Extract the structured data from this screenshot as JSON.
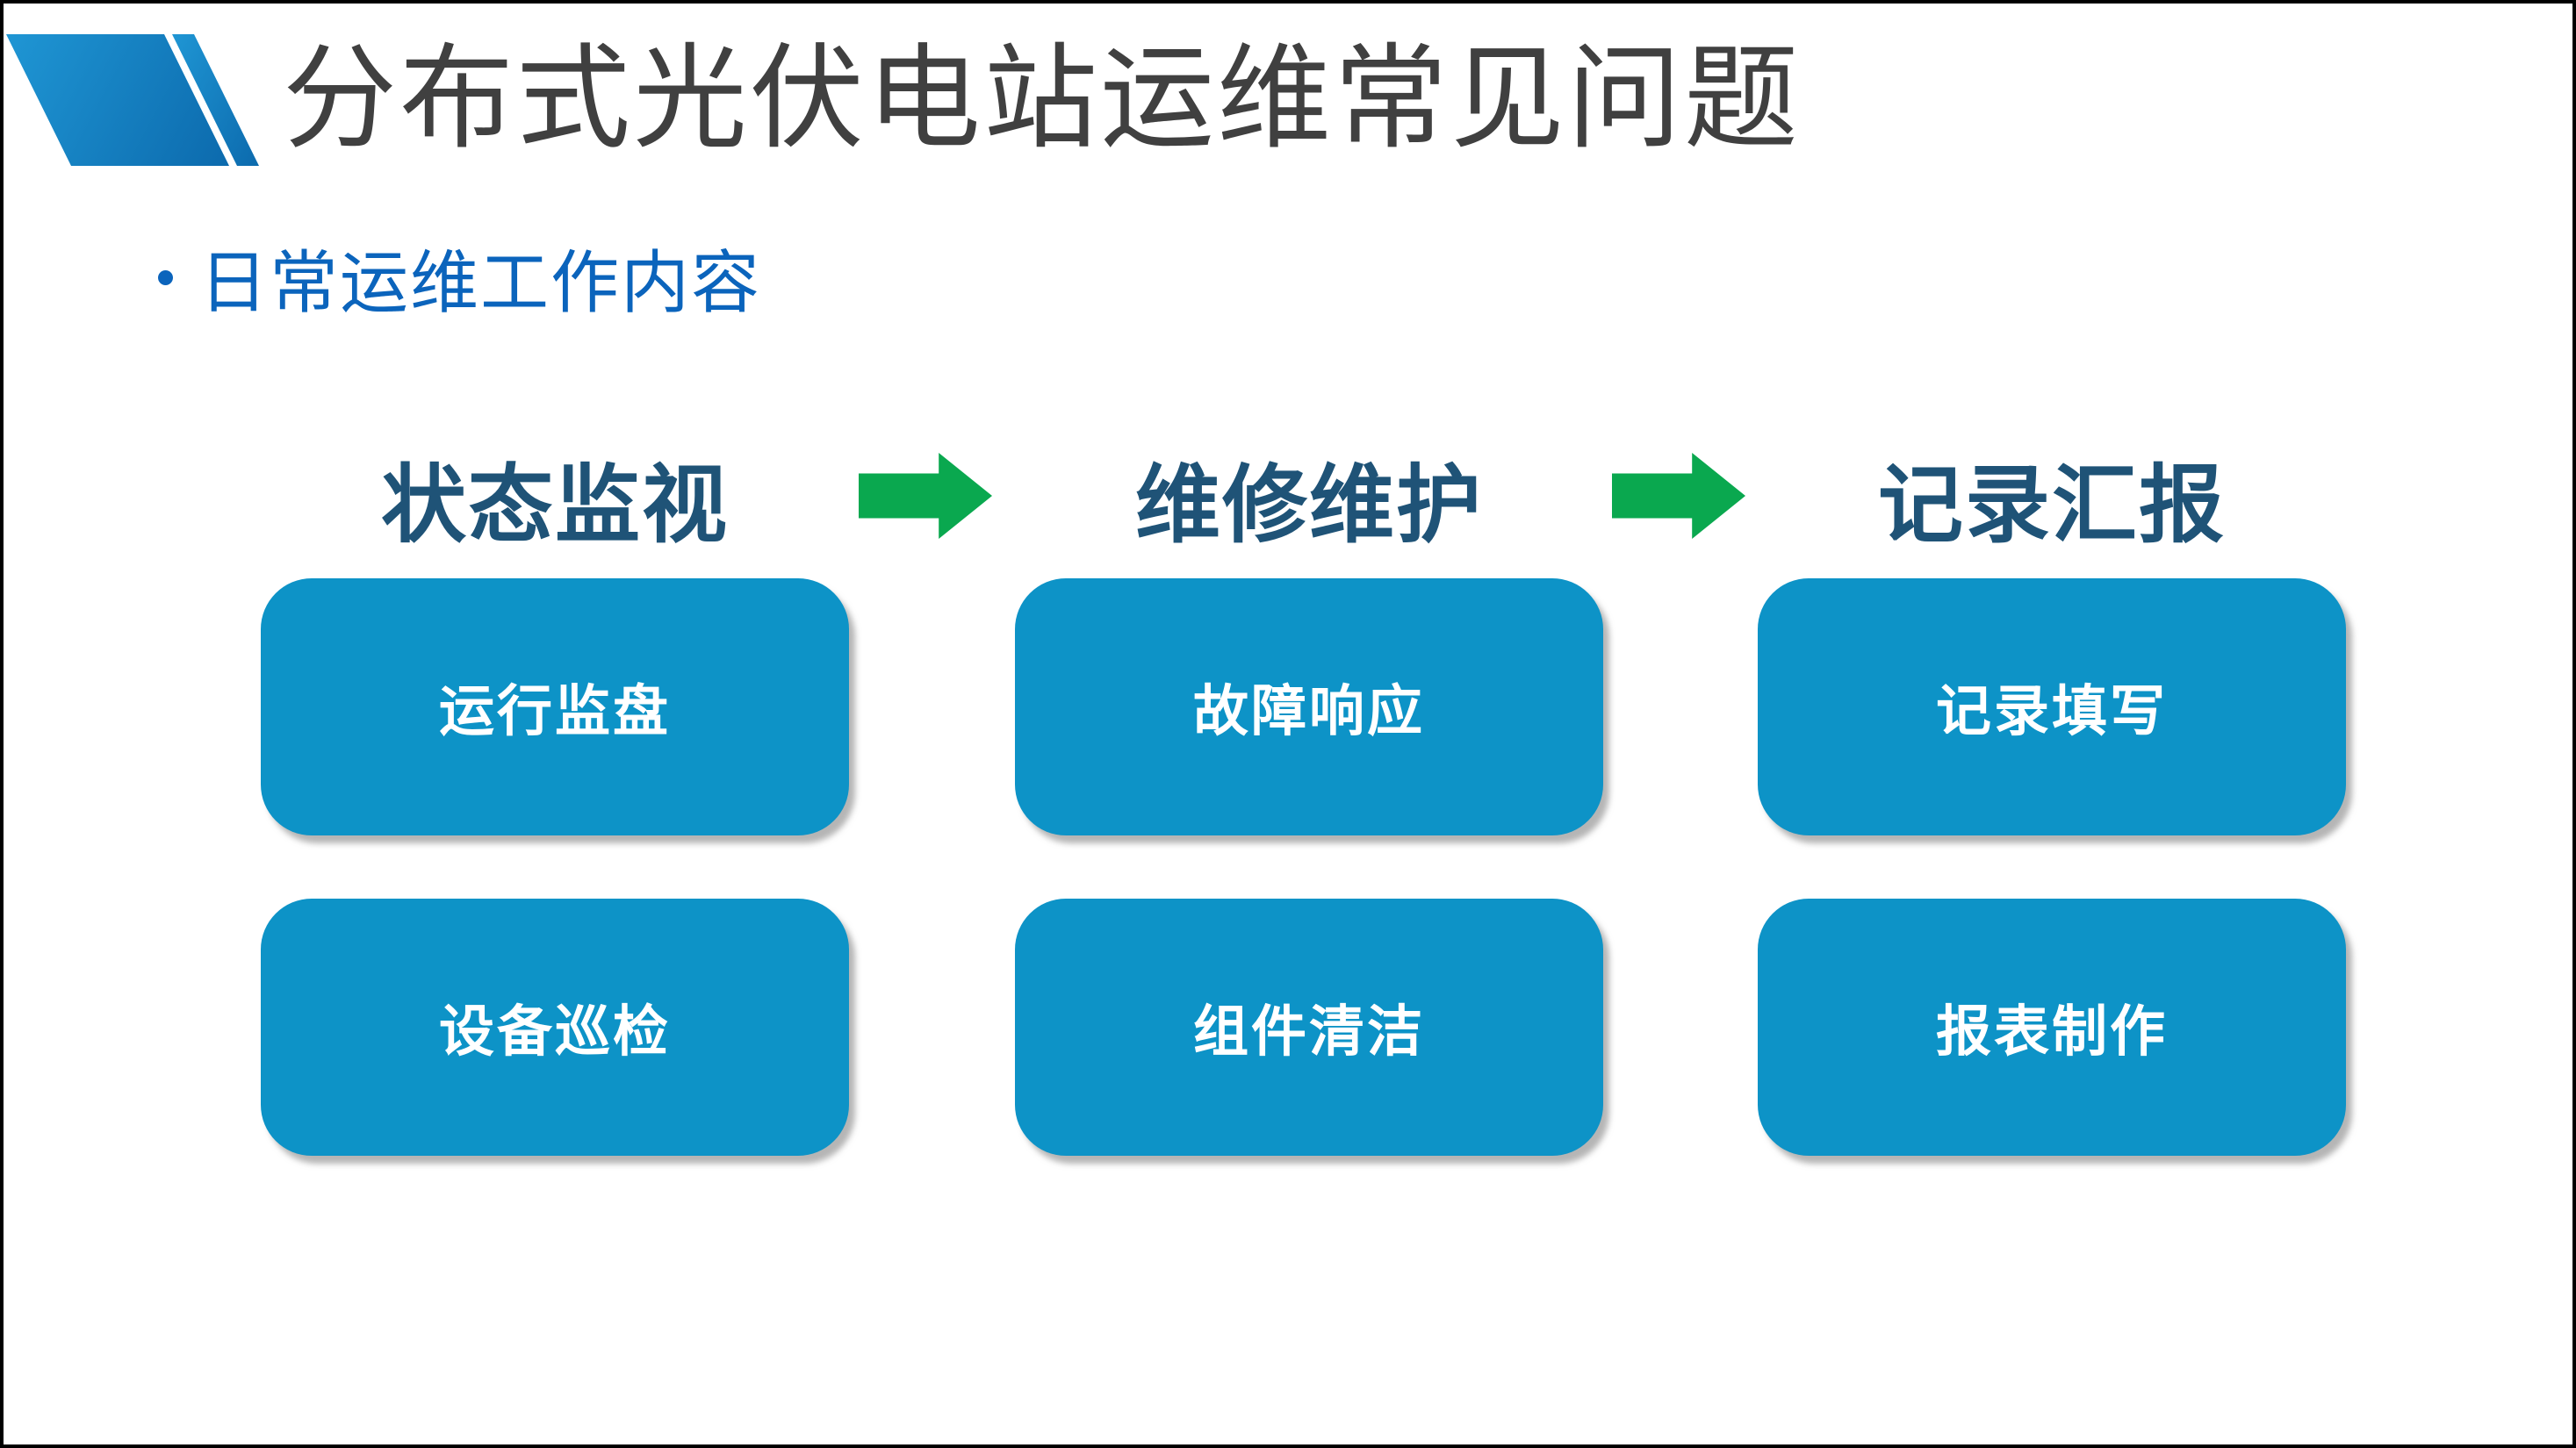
{
  "slide": {
    "title": "分布式光伏电站运维常见问题",
    "bullet_text": "日常运维工作内容",
    "flow": {
      "columns": [
        {
          "header": "状态监视",
          "boxes": [
            "运行监盘",
            "设备巡检"
          ]
        },
        {
          "header": "维修维护",
          "boxes": [
            "故障响应",
            "组件清洁"
          ]
        },
        {
          "header": "记录汇报",
          "boxes": [
            "记录填写",
            "报表制作"
          ]
        }
      ]
    }
  },
  "colors": {
    "box_blue": "#0D93C7",
    "box_text": "#FFFFFF",
    "header_text": "#1F5377",
    "arrow_green": "#0AA84F",
    "bullet_blue": "#0B64BC",
    "title_gray": "#404040",
    "ribbon_light": "#1F96D4",
    "ribbon_dark": "#0C6AAD"
  }
}
